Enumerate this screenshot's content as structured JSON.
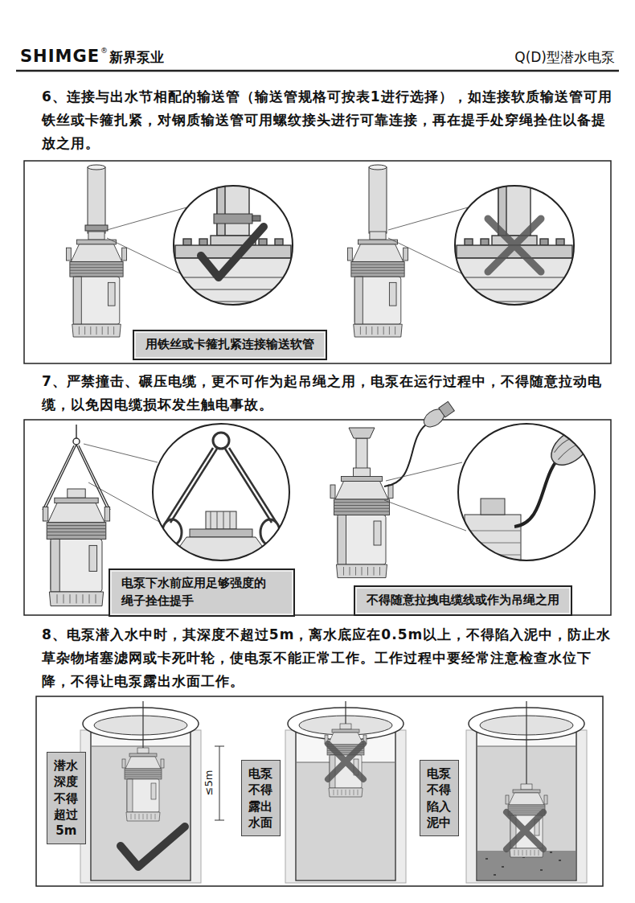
{
  "diagram": {
    "nodes": [
      {
        "text": [
          "用铁丝或卡箍扎紧连接输送软管"
        ]
      },
      {
        "text": [
          "电泵下水前应用足够强度的 绳子拴住提手"
        ]
      },
      {
        "text": [
          "不得随意拉拽电缆线或作为吊绳之用"
        ]
      },
      {
        "text": [
          "潜水 深度 不得 超过 5m"
        ]
      },
      {
        "text": [
          "电泵 不得 露出 水面"
        ]
      },
      {
        "text": [
          "电泵 不得 陷入 泥中"
        ]
      }
    ],
    "labels": [
      "SHIMGE",
      "®",
      "新界泵业",
      "Q(D)型潜水电泵",
      "6、连接与出水节相配的输送管（输送管规格可按表1进行选择），如连接软质输送管可用铁丝或卡箍扎紧，对钢质输送管可用螺纹接头进行可靠连接，再在提手处穿绳拴住以备提放之用。",
      "7、严禁撞击、碾压电缆，更不可作为起吊绳之用，电泵在运行过程中，不得随意拉动电缆，以免因电缆损坏发生触电事故。",
      "8、电泵潜入水中时，其深度不超过5m，离水底应在0.5m以上，不得陷入泥中，防止水草杂物堵塞滤网或卡死叶轮，使电泵不能正常工作。工作过程中要经常注意检查水位下降，不得让电泵露出水面工作。",
      "≤5m"
    ]
  }
}
